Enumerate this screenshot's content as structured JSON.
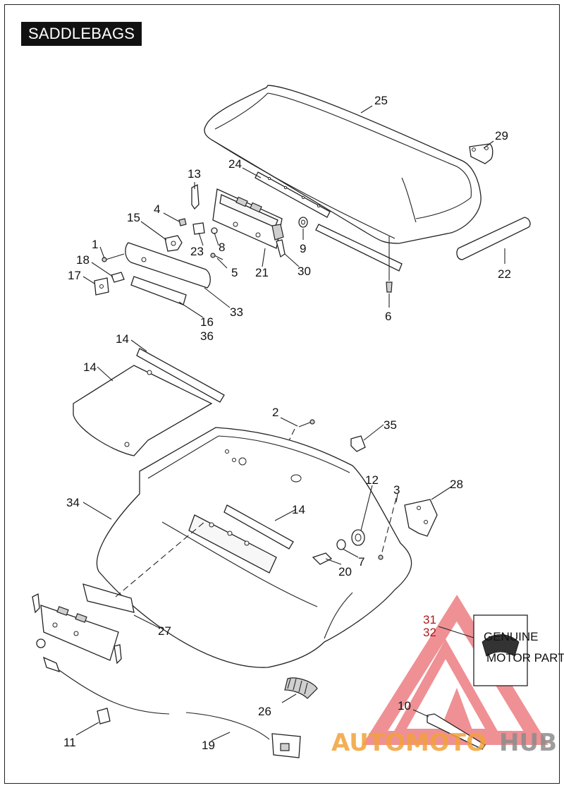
{
  "title": "SADDLEBAGS",
  "badge": {
    "top": "GENUINE",
    "bottom": "MOTOR PARTS"
  },
  "watermark": {
    "left": "AUTOMOTO",
    "right": "HUB"
  },
  "callouts": {
    "c25": "25",
    "c29": "29",
    "c24": "24",
    "c13": "13",
    "c4": "4",
    "c15": "15",
    "c1": "1",
    "c18": "18",
    "c17": "17",
    "c23": "23",
    "c8": "8",
    "c9": "9",
    "c5": "5",
    "c21": "21",
    "c30": "30",
    "c22": "22",
    "c33": "33",
    "c16": "16",
    "c36": "36",
    "c6": "6",
    "c14a": "14",
    "c14b": "14",
    "c2": "2",
    "c35": "35",
    "c12": "12",
    "c3": "3",
    "c28": "28",
    "c34": "34",
    "c14c": "14",
    "c20": "20",
    "c7": "7",
    "c27": "27",
    "c31": "31",
    "c32": "32",
    "c26": "26",
    "c10": "10",
    "c11": "11",
    "c19": "19"
  },
  "colors": {
    "ink": "#222222",
    "callout_red": "#b01818",
    "watermark_red": "#e2373d",
    "watermark_orange": "#f2a23a",
    "watermark_gray": "#8c8c8c"
  }
}
